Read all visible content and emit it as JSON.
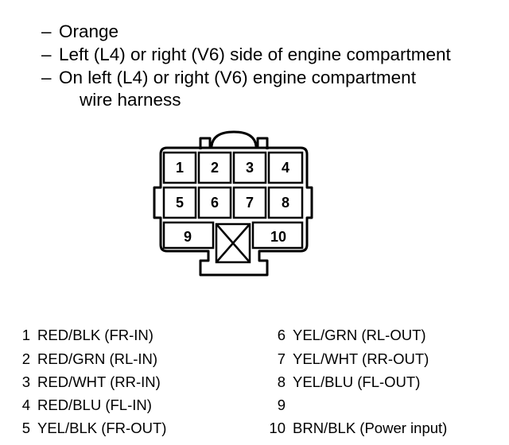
{
  "description": {
    "dash": "–",
    "lines": [
      "Orange",
      "Left (L4) or right (V6) side of engine compartment",
      "On left (L4) or right (V6) engine compartment",
      "wire harness"
    ]
  },
  "connector": {
    "cavities": [
      "1",
      "2",
      "3",
      "4",
      "5",
      "6",
      "7",
      "8",
      "9",
      "10"
    ]
  },
  "pinout": {
    "left": [
      {
        "num": "1",
        "desc": "RED/BLK (FR-IN)"
      },
      {
        "num": "2",
        "desc": "RED/GRN (RL-IN)"
      },
      {
        "num": "3",
        "desc": "RED/WHT (RR-IN)"
      },
      {
        "num": "4",
        "desc": "RED/BLU (FL-IN)"
      },
      {
        "num": "5",
        "desc": "YEL/BLK (FR-OUT)"
      }
    ],
    "right": [
      {
        "num": "6",
        "desc": "YEL/GRN (RL-OUT)"
      },
      {
        "num": "7",
        "desc": "YEL/WHT (RR-OUT)"
      },
      {
        "num": "8",
        "desc": "YEL/BLU (FL-OUT)"
      },
      {
        "num": "9",
        "desc": ""
      },
      {
        "num": "10",
        "desc": "BRN/BLK (Power input)"
      }
    ]
  }
}
